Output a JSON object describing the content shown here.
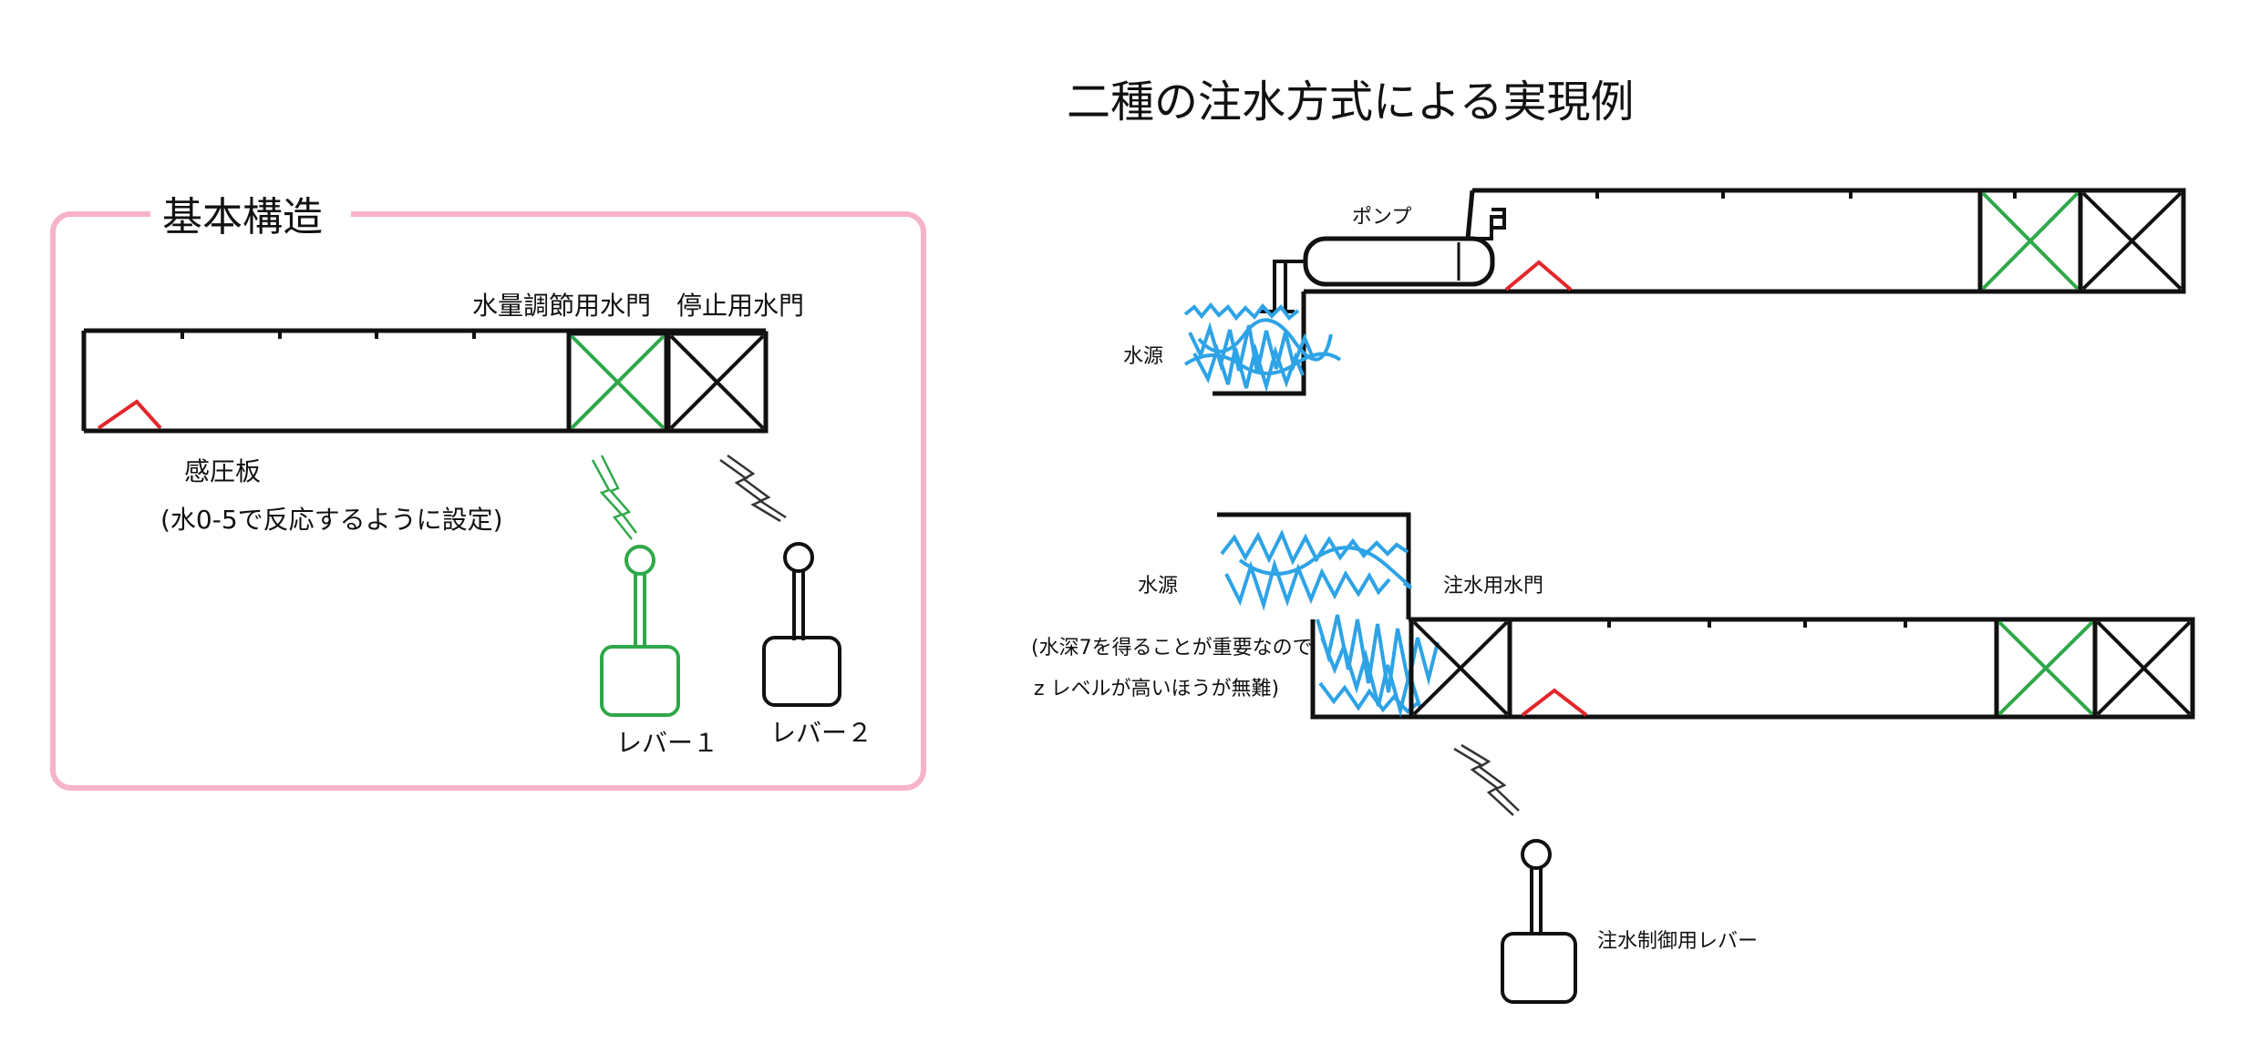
{
  "title": "二種の注水方式による実現例",
  "basic_structure": {
    "heading": "基本構造",
    "label_flow_gate": "水量調節用水門",
    "label_stop_gate": "停止用水門",
    "label_pressure_plate": "感圧板",
    "label_pressure_note": "(水0-5で反応するように設定)",
    "label_lever1": "レバー１",
    "label_lever2": "レバー２"
  },
  "pump_example": {
    "label_pump": "ポンプ",
    "label_water_source": "水源"
  },
  "gate_example": {
    "label_water_source": "水源",
    "label_fill_gate": "注水用水門",
    "note_line1": "(水深7を得ることが重要なので",
    "note_line2": "z レベルが高いほうが無難)",
    "label_fill_lever": "注水制御用レバー"
  },
  "colors": {
    "frame_pink": "#f6b3c9",
    "gate_green": "#2fa84a",
    "pressure_plate_red": "#e3262a",
    "water_blue": "#2ea3e6",
    "outline_black": "#111111"
  }
}
